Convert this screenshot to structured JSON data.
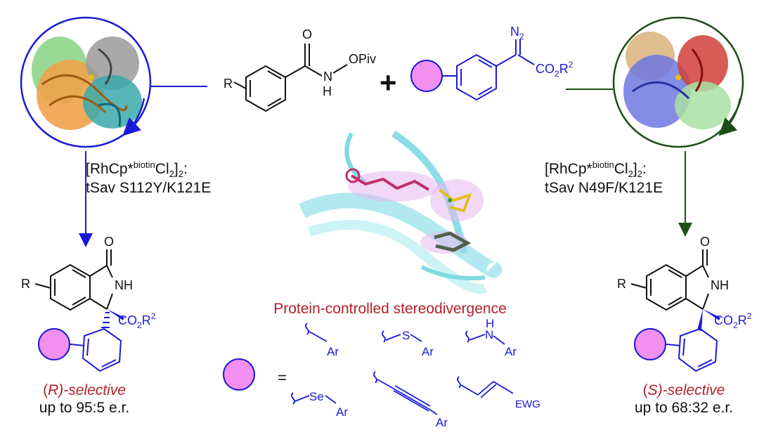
{
  "top_reagents": {
    "benzamide": {
      "r_label": "R",
      "o_label": "O",
      "n_label": "N",
      "h_label": "H",
      "o_piv_label": "OPiv"
    },
    "plus": "+",
    "diazo": {
      "n2_label": "N",
      "n2_sub": "2",
      "ester_main": "CO",
      "ester_sub": "2",
      "ester_r": "R",
      "ester_sup": "2"
    }
  },
  "left_path": {
    "catalyst_line1_prefix": "[RhCp*",
    "catalyst_line1_sup": "biotin",
    "catalyst_line1_mid": "Cl",
    "catalyst_line1_sub": "2",
    "catalyst_line1_close": "]",
    "catalyst_line1_sub2": "2",
    "catalyst_line1_colon": ":",
    "catalyst_line2": "tSav S112Y/K121E",
    "product": {
      "r_label": "R",
      "o_label": "O",
      "nh_label": "NH",
      "ester": "CO",
      "ester_sub": "2",
      "ester_r": "R",
      "ester_sup": "2"
    },
    "selectivity_open": "(",
    "selectivity_letter": "R",
    "selectivity_rest": ")-selective",
    "er": "up to 95:5 e.r."
  },
  "right_path": {
    "catalyst_line1_prefix": "[RhCp*",
    "catalyst_line1_sup": "biotin",
    "catalyst_line1_mid": "Cl",
    "catalyst_line1_sub": "2",
    "catalyst_line1_close": "]",
    "catalyst_line1_sub2": "2",
    "catalyst_line1_colon": ":",
    "catalyst_line2": "tSav N49F/K121E",
    "product": {
      "r_label": "R",
      "o_label": "O",
      "nh_label": "NH",
      "ester": "CO",
      "ester_sub": "2",
      "ester_r": "R",
      "ester_sup": "2"
    },
    "selectivity_open": "(",
    "selectivity_letter": "S",
    "selectivity_rest": ")-selective",
    "er": "up to 68:32 e.r."
  },
  "center_caption": "Protein-controlled stereodivergence",
  "legend": {
    "equals": "=",
    "aryl": "Ar",
    "s_label": "S",
    "s_ar": "Ar",
    "nh_n": "N",
    "nh_h": "H",
    "nh_ar": "Ar",
    "se_label": "Se",
    "se_ar": "Ar",
    "alkyne_ar": "Ar",
    "ewg": "EWG"
  },
  "colors": {
    "blue": "#1a1ad6",
    "green": "#1f4d1a",
    "red": "#b3202a",
    "pink": "#f28ff0",
    "cyan": "#7fd9e0"
  }
}
